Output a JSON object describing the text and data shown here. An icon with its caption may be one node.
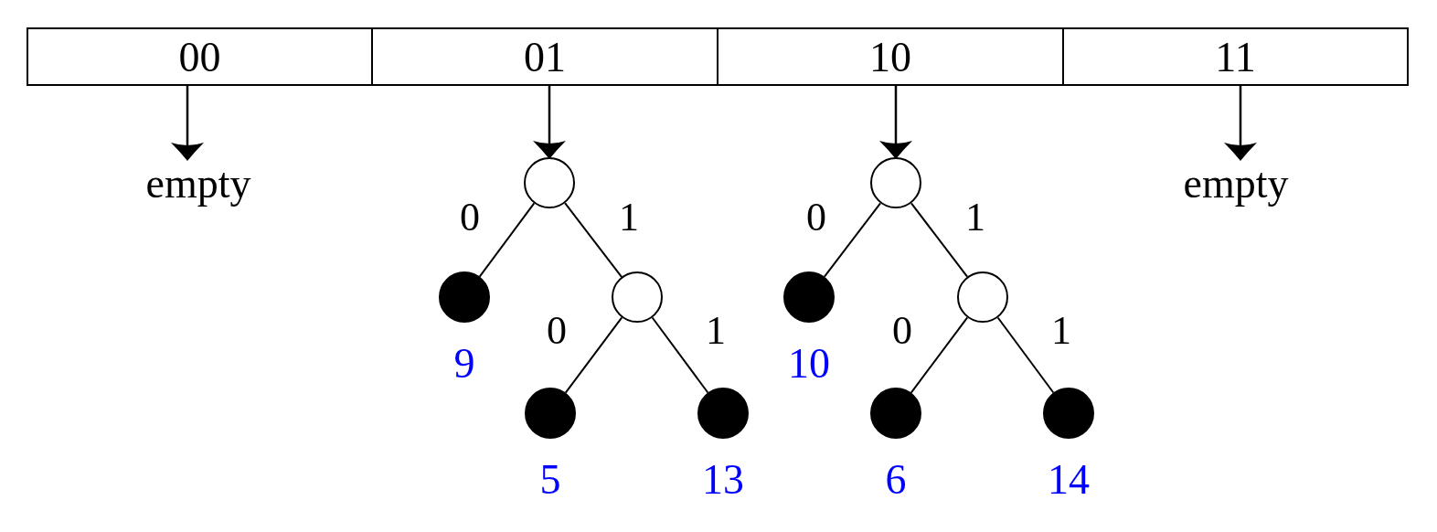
{
  "diagram": {
    "nodes": [
      {
        "text": [
          "00"
        ]
      },
      {
        "text": [
          "01"
        ]
      },
      {
        "text": [
          "10"
        ]
      },
      {
        "text": [
          "11"
        ]
      },
      {
        "text": [
          "empty"
        ]
      },
      {
        "text": [],
        "shape": "circle"
      },
      {
        "text": [],
        "shape": "circle"
      },
      {
        "text": [
          "empty"
        ]
      },
      {
        "text": [],
        "shape": "dot",
        "beside": [
          "9"
        ]
      },
      {
        "text": [],
        "shape": "circle"
      },
      {
        "text": [],
        "shape": "dot",
        "beside": [
          "10"
        ]
      },
      {
        "text": [],
        "shape": "circle"
      },
      {
        "text": [],
        "shape": "dot",
        "beside": [
          "5"
        ]
      },
      {
        "text": [],
        "shape": "dot",
        "beside": [
          "13"
        ]
      },
      {
        "text": [],
        "shape": "dot",
        "beside": [
          "6"
        ]
      },
      {
        "text": [],
        "shape": "dot",
        "beside": [
          "14"
        ]
      }
    ],
    "edges": [
      {
        "from": 0,
        "to": 4,
        "arrow": "to"
      },
      {
        "from": 1,
        "to": 5,
        "arrow": "to"
      },
      {
        "from": 2,
        "to": 6,
        "arrow": "to"
      },
      {
        "from": 3,
        "to": 7,
        "arrow": "to"
      },
      {
        "from": 5,
        "to": 8,
        "arrow": "none",
        "label": "0"
      },
      {
        "from": 5,
        "to": 9,
        "arrow": "none",
        "label": "1"
      },
      {
        "from": 9,
        "to": 12,
        "arrow": "none",
        "label": "0"
      },
      {
        "from": 9,
        "to": 13,
        "arrow": "none",
        "label": "1"
      },
      {
        "from": 6,
        "to": 10,
        "arrow": "none",
        "label": "0"
      },
      {
        "from": 6,
        "to": 11,
        "arrow": "none",
        "label": "1"
      },
      {
        "from": 11,
        "to": 14,
        "arrow": "none",
        "label": "0"
      },
      {
        "from": 11,
        "to": 15,
        "arrow": "none",
        "label": "1"
      }
    ]
  }
}
